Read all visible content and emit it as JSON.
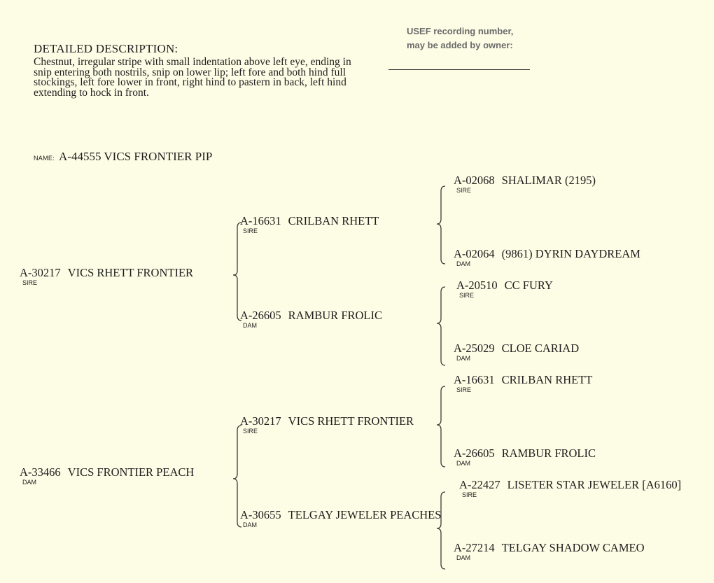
{
  "description": {
    "title": "DETAILED DESCRIPTION:",
    "text": "Chestnut, irregular stripe with small indentation above left eye, ending in snip entering both nostrils, snip on lower lip; left fore and both hind full stockings, left fore lower in front, right hind to pastern in back, left hind extending to hock in front."
  },
  "usef": {
    "line1": "USEF recording number,",
    "line2": "may be added by owner:"
  },
  "horse_name": {
    "label": "NAME:",
    "value": "A-44555 VICS FRONTIER PIP"
  },
  "pedigree": {
    "sire": {
      "number": "A-30217",
      "name": "VICS RHETT FRONTIER",
      "role": "SIRE"
    },
    "dam": {
      "number": "A-33466",
      "name": "VICS FRONTIER PEACH",
      "role": "DAM"
    },
    "sire_sire": {
      "number": "A-16631",
      "name": "CRILBAN RHETT",
      "role": "SIRE"
    },
    "sire_dam": {
      "number": "A-26605",
      "name": "RAMBUR FROLIC",
      "role": "DAM"
    },
    "dam_sire": {
      "number": "A-30217",
      "name": "VICS RHETT FRONTIER",
      "role": "SIRE"
    },
    "dam_dam": {
      "number": "A-30655",
      "name": "TELGAY JEWELER PEACHES",
      "role": "DAM"
    },
    "ss_sire": {
      "number": "A-02068",
      "name": "SHALIMAR (2195)",
      "role": "SIRE"
    },
    "ss_dam": {
      "number": "A-02064",
      "name": "(9861) DYRIN DAYDREAM",
      "role": "DAM"
    },
    "sd_sire": {
      "number": "A-20510",
      "name": "CC FURY",
      "role": "SIRE"
    },
    "sd_dam": {
      "number": "A-25029",
      "name": "CLOE CARIAD",
      "role": "DAM"
    },
    "ds_sire": {
      "number": "A-16631",
      "name": "CRILBAN RHETT",
      "role": "SIRE"
    },
    "ds_dam": {
      "number": "A-26605",
      "name": "RAMBUR FROLIC",
      "role": "DAM"
    },
    "dd_sire": {
      "number": "A-22427",
      "name": "LISETER STAR JEWELER [A6160]",
      "role": "SIRE"
    },
    "dd_dam": {
      "number": "A-27214",
      "name": "TELGAY SHADOW CAMEO",
      "role": "DAM"
    }
  }
}
